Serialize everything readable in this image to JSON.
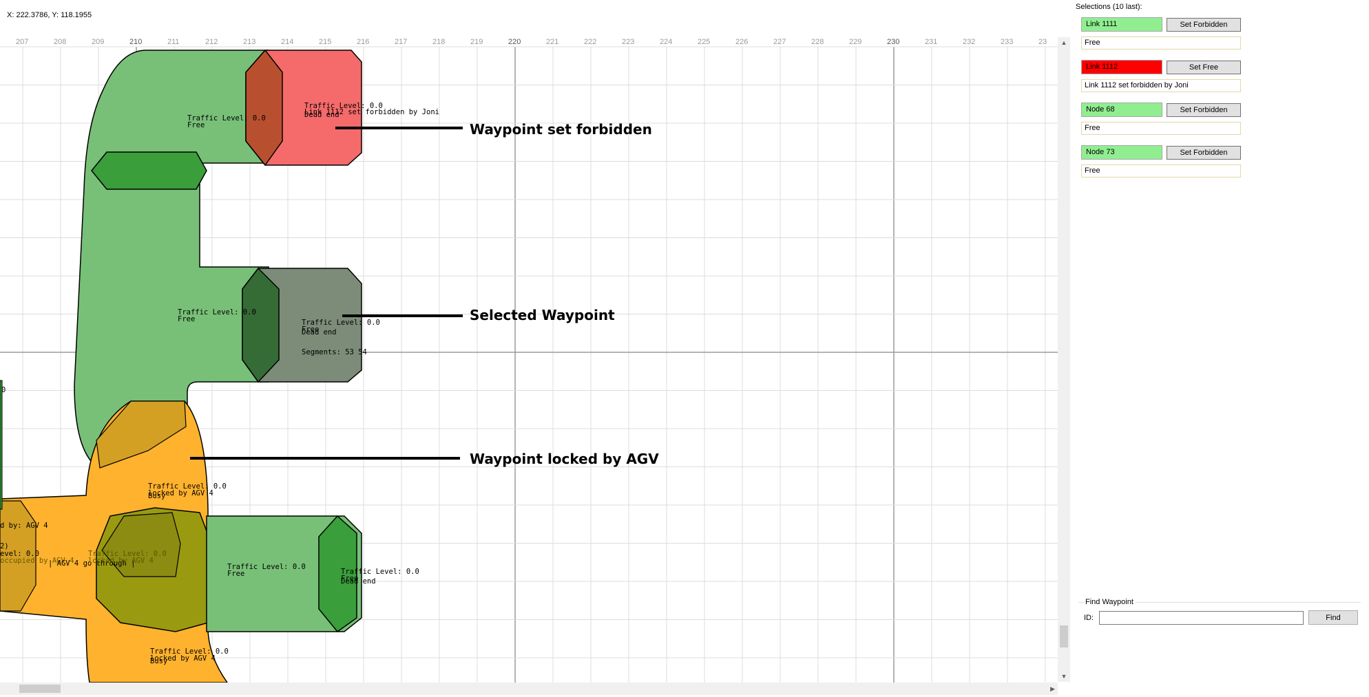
{
  "coordinates_readout": "X: 222.3786, Y: 118.1955",
  "ruler": {
    "ticks": [
      "207",
      "208",
      "209",
      "210",
      "211",
      "212",
      "213",
      "214",
      "215",
      "216",
      "217",
      "218",
      "219",
      "220",
      "221",
      "222",
      "223",
      "224",
      "225",
      "226",
      "227",
      "228",
      "229",
      "230",
      "231",
      "232",
      "233",
      "23"
    ]
  },
  "colors": {
    "free_green": "#78c078",
    "node_green": "#3a9e3a",
    "forbidden_red": "#f56a6a",
    "selected_gray": "#7c8c78",
    "locked_orange": "#ffb22d",
    "occupied_olive": "#9a9a10",
    "status_free": "#90ee90",
    "status_forbidden": "#ff0000"
  },
  "annotations": {
    "forbidden": "Waypoint set forbidden",
    "selected": "Selected Waypoint",
    "locked": "Waypoint locked by AGV"
  },
  "map_labels": {
    "top_link_traffic": "Traffic Level: 0.0",
    "top_link_status": "Free",
    "red_traffic": "Traffic Level: 0.0",
    "red_forbidden": "Link 1112 set forbidden by Joni",
    "red_dead_end": "Dead end",
    "mid_link_traffic": "Traffic Level: 0.0",
    "mid_link_status": "Free",
    "gray_traffic": "Traffic Level: 0.0",
    "gray_free": "Free",
    "gray_dead_end": "Dead end",
    "gray_segments": "Segments: 53 54",
    "left_edge_value": "0",
    "orange_traffic": "Traffic Level: 0.0",
    "orange_locked": "locked by AGV 4",
    "orange_busy": "Busy",
    "left_locked": "d by: AGV 4",
    "left_paren": "2)",
    "left_level": "evel: 0.0",
    "left_occupied": "occupied by AGV 4",
    "agv_go_through": "| AGV 4 go through |",
    "olive_traffic": "Traffic Level: 0.0",
    "olive_locked": "locked by AGV 4",
    "bottom_right_traffic": "Traffic Level: 0.0",
    "bottom_right_status": "Free",
    "right_node_traffic": "Traffic Level: 0.0",
    "right_node_free": "Free",
    "right_node_dead_end": "Dead end",
    "bottom_traffic": "Traffic Level: 0.0",
    "bottom_locked": "locked by AGV 4",
    "bottom_busy": "Busy"
  },
  "sidebar": {
    "title": "Selections (10 last):",
    "selections": [
      {
        "name": "Link 1111",
        "button": "Set Forbidden",
        "status": "Free",
        "color": "#90ee90"
      },
      {
        "name": "Link 1112",
        "button": "Set Free",
        "status": "Link 1112 set forbidden by Joni",
        "color": "#ff0000"
      },
      {
        "name": "Node 68",
        "button": "Set Forbidden",
        "status": "Free",
        "color": "#90ee90"
      },
      {
        "name": "Node 73",
        "button": "Set Forbidden",
        "status": "Free",
        "color": "#90ee90"
      }
    ],
    "find": {
      "legend": "Find Waypoint",
      "id_label": "ID:",
      "input_value": "",
      "button": "Find"
    }
  }
}
